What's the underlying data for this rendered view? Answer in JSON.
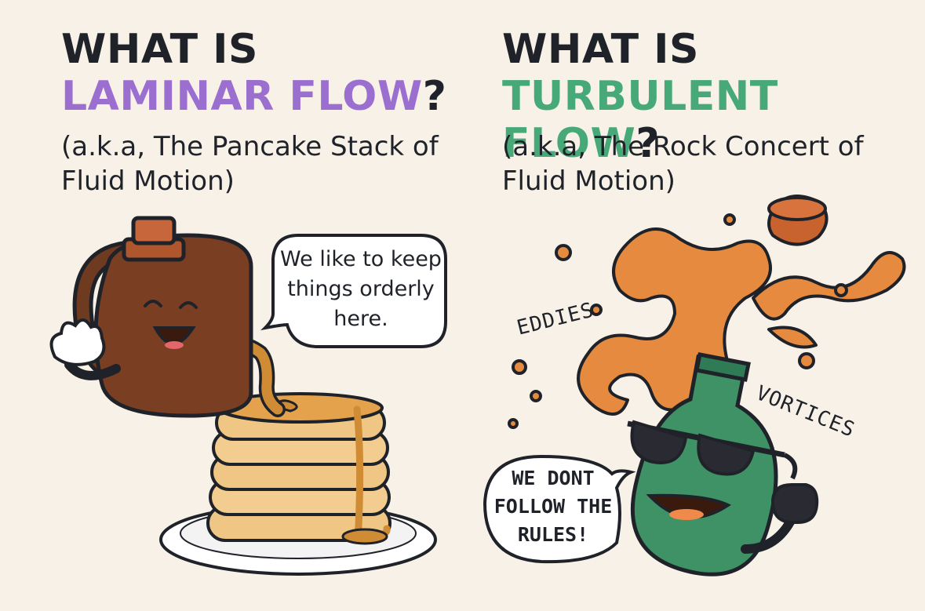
{
  "laminar": {
    "title_prefix": "WHAT IS",
    "title_highlight": "LAMINAR FLOW",
    "title_suffix": "?",
    "subtitle": "(a.k.a, The Pancake Stack of Fluid Motion)",
    "speech": "We like to keep things orderly here.",
    "colors": {
      "accent": "#9b6fcf",
      "syrup_bottle": "#7a3e22",
      "syrup": "#d08b35",
      "pancake": "#f0c685"
    }
  },
  "turbulent": {
    "title_prefix": "WHAT IS",
    "title_highlight": "TURBULENT FLOW",
    "title_suffix": "?",
    "subtitle": "(a.k.a, The Rock Concert of Fluid Motion)",
    "speech": "WE DONT FOLLOW THE RULES!",
    "eddies_label": "EDDIES",
    "vortices_label": "VORTICES",
    "colors": {
      "accent": "#47a977",
      "bottle": "#3f9266",
      "splash": "#e58a3e"
    }
  },
  "icons": [
    "syrup-jug-icon",
    "pancake-stack-icon",
    "plate-icon",
    "soda-bottle-icon",
    "bottle-cap-icon",
    "sunglasses-icon",
    "speech-bubble-icon"
  ]
}
